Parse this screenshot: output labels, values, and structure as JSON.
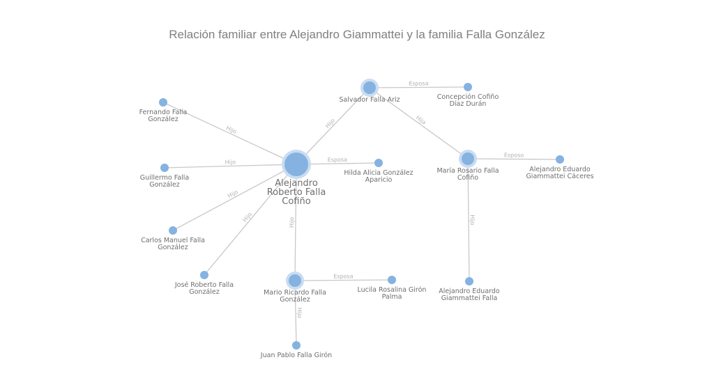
{
  "title": "Relación familiar entre Alejandro Giammattei y la familia Falla González",
  "colors": {
    "node": "#85b2e0",
    "halo": "#c9dcf1",
    "edge": "#c8c8c8"
  },
  "nodes": [
    {
      "id": "alejandro_rfc",
      "label": [
        "Alejandro",
        "Roberto Falla",
        "Cofiño"
      ]
    },
    {
      "id": "salvador",
      "label": [
        "Salvador Falla Ariz"
      ]
    },
    {
      "id": "concepcion",
      "label": [
        "Concepción Cofiño",
        "Díaz Durán"
      ]
    },
    {
      "id": "maria",
      "label": [
        "María Rosario Falla",
        "Cofiño"
      ]
    },
    {
      "id": "ae_caceres",
      "label": [
        "Alejandro Eduardo",
        "Giammattei Cáceres"
      ]
    },
    {
      "id": "hilda",
      "label": [
        "Hilda Alicia González",
        "Aparicio"
      ]
    },
    {
      "id": "fernando",
      "label": [
        "Fernando Falla",
        "González"
      ]
    },
    {
      "id": "guillermo",
      "label": [
        "Guillermo Falla",
        "González"
      ]
    },
    {
      "id": "carlos",
      "label": [
        "Carlos Manuel Falla",
        "González"
      ]
    },
    {
      "id": "jose",
      "label": [
        "José Roberto Falla",
        "González"
      ]
    },
    {
      "id": "mario",
      "label": [
        "Mario Ricardo Falla",
        "González"
      ]
    },
    {
      "id": "lucila",
      "label": [
        "Lucila Rosalina Girón",
        "Palma"
      ]
    },
    {
      "id": "ae_falla",
      "label": [
        "Alejandro Eduardo",
        "Giammattei Falla"
      ]
    },
    {
      "id": "juan",
      "label": [
        "Juan Pablo Falla Girón"
      ]
    }
  ],
  "edges": [
    {
      "from": "salvador",
      "to": "concepcion",
      "label": "Esposa"
    },
    {
      "from": "salvador",
      "to": "alejandro_rfc",
      "label": "Hijo"
    },
    {
      "from": "salvador",
      "to": "maria",
      "label": "Hija"
    },
    {
      "from": "maria",
      "to": "ae_caceres",
      "label": "Esposo"
    },
    {
      "from": "maria",
      "to": "ae_falla",
      "label": "Hijo"
    },
    {
      "from": "alejandro_rfc",
      "to": "hilda",
      "label": "Esposa"
    },
    {
      "from": "alejandro_rfc",
      "to": "fernando",
      "label": "Hijo"
    },
    {
      "from": "alejandro_rfc",
      "to": "guillermo",
      "label": "Hijo"
    },
    {
      "from": "alejandro_rfc",
      "to": "carlos",
      "label": "Hijo"
    },
    {
      "from": "alejandro_rfc",
      "to": "jose",
      "label": "Hijo"
    },
    {
      "from": "alejandro_rfc",
      "to": "mario",
      "label": "Hijo"
    },
    {
      "from": "mario",
      "to": "lucila",
      "label": "Esposa"
    },
    {
      "from": "mario",
      "to": "juan",
      "label": "Hijo"
    }
  ]
}
